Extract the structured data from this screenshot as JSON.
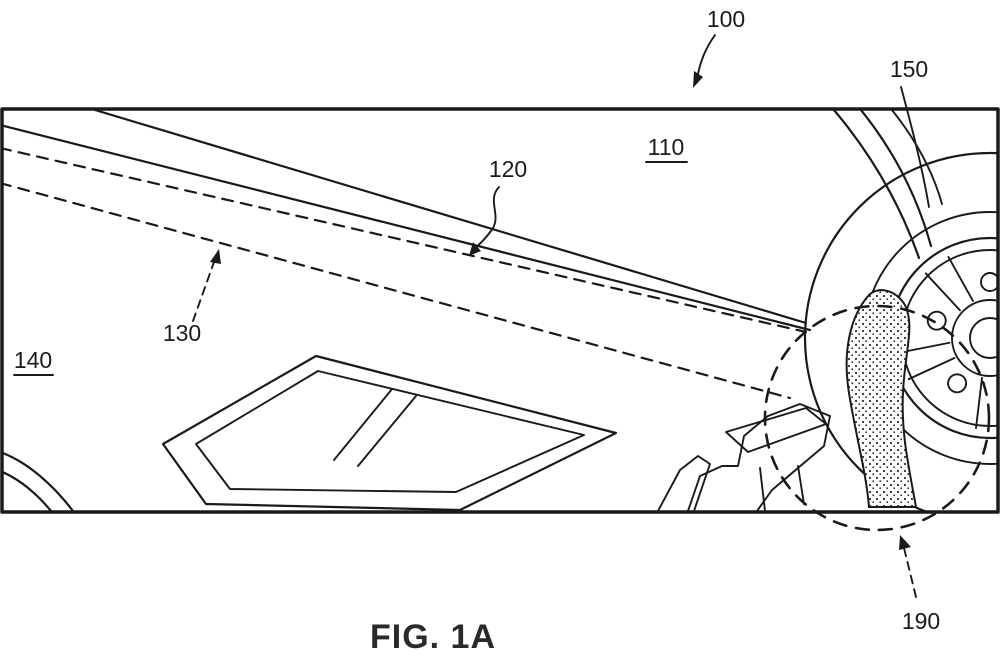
{
  "figure": {
    "caption": "FIG. 1A",
    "reference_labels": {
      "n100": "100",
      "n110": "110",
      "n120": "120",
      "n130": "130",
      "n140": "140",
      "n150": "150",
      "n190": "190"
    }
  },
  "colors": {
    "ink": "#1a1a1a",
    "background": "#ffffff"
  }
}
